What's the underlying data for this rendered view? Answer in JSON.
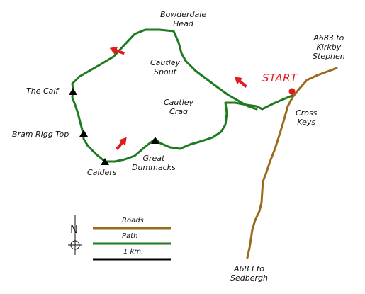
{
  "labels": {
    "bowderdale_head": [
      "Bowderdale",
      "Head"
    ],
    "a683_kirkby": [
      "A683 to",
      "Kirkby",
      "Stephen"
    ],
    "cautley_spout": [
      "Cautley",
      "Spout"
    ],
    "start": "START",
    "the_calf": "The Calf",
    "cautley_crag": [
      "Cautley",
      "Crag"
    ],
    "cross_keys": [
      "Cross",
      "Keys"
    ],
    "bram_rigg_top": "Bram Rigg Top",
    "calders": "Calders",
    "great_dummacks": [
      "Great",
      "Dummacks"
    ],
    "a683_sedbergh": [
      "A683 to",
      "Sedbergh"
    ]
  },
  "legend": {
    "north": "N",
    "roads": "Roads",
    "path": "Path",
    "scale": "1 km."
  },
  "colors": {
    "road": "#9a6a1e",
    "path": "#1e7a1e",
    "arrow": "#e11b1b",
    "start": "#e11b1b",
    "summit": "#000000"
  }
}
